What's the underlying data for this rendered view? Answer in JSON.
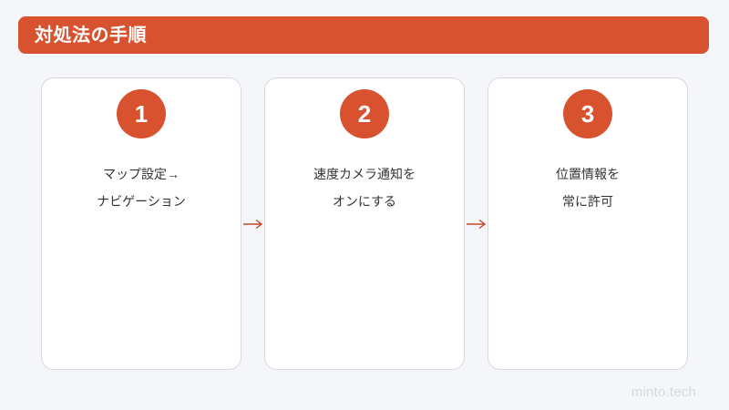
{
  "header": {
    "title": "対処法の手順",
    "bar_color": "#d9522f",
    "title_color": "#ffffff"
  },
  "theme": {
    "background": "#f5f6fa",
    "accent": "#d9522f",
    "card_background": "#ffffff",
    "card_border": "#d7d9e0",
    "body_text": "#333333",
    "arrow_color": "#c0482c",
    "watermark_color": "#d6d8e0"
  },
  "steps": [
    {
      "number": "1",
      "lines": [
        "マップ設定→",
        "ナビゲーション"
      ]
    },
    {
      "number": "2",
      "lines": [
        "速度カメラ通知を",
        "オンにする"
      ]
    },
    {
      "number": "3",
      "lines": [
        "位置情報を",
        "常に許可"
      ]
    }
  ],
  "connectors": [
    {
      "glyph": "→"
    },
    {
      "glyph": "→"
    }
  ],
  "watermark": {
    "text": "minto.tech"
  }
}
